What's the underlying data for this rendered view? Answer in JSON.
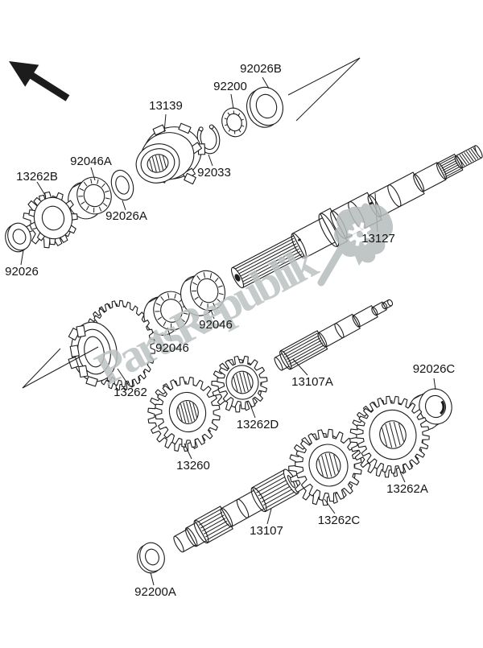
{
  "diagram": {
    "background": "#ffffff",
    "line_color": "#1c1c1c",
    "label_color": "#141414"
  },
  "watermark": {
    "text": "PartsRepublik",
    "color": "#bcc1c1"
  },
  "icons": {
    "direction_arrow": "thick-arrow-up-left"
  },
  "parts": [
    {
      "ref": "92026B"
    },
    {
      "ref": "92200"
    },
    {
      "ref": "13139"
    },
    {
      "ref": "92033"
    },
    {
      "ref": "92046A"
    },
    {
      "ref": "13262B"
    },
    {
      "ref": "92026A"
    },
    {
      "ref": "92026"
    },
    {
      "ref": "13127"
    },
    {
      "ref": "92046"
    },
    {
      "ref": "92046"
    },
    {
      "ref": "13262"
    },
    {
      "ref": "13107A"
    },
    {
      "ref": "92026C"
    },
    {
      "ref": "13262D"
    },
    {
      "ref": "13260"
    },
    {
      "ref": "13107"
    },
    {
      "ref": "13262C"
    },
    {
      "ref": "13262A"
    },
    {
      "ref": "92200A"
    }
  ]
}
